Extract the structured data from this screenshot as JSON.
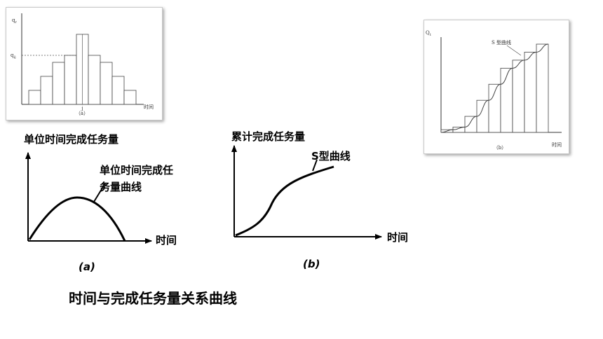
{
  "panel_a": {
    "y_label": "q",
    "y_label_sub": "r",
    "y_marker": "q",
    "y_marker_sub": "ij",
    "x_tick": "j",
    "x_label": "时间",
    "sub_caption": "（a）",
    "bar_values": [
      2,
      4,
      6,
      7,
      10,
      7,
      6,
      4,
      2
    ],
    "marked_bar_index": 4,
    "dashed_value": 7
  },
  "panel_b": {
    "y_label": "Q",
    "y_label_sub": "t",
    "curve_label": "S 型曲线",
    "x_label": "时间",
    "sub_caption": "（b）",
    "cumulative_values": [
      1,
      2,
      6,
      12,
      18,
      24,
      27,
      30,
      33
    ]
  },
  "diagram_a": {
    "y_label": "单位时间完成任务量",
    "curve_label_line1": "单位时间完成任",
    "curve_label_line2": "务量曲线",
    "x_label": "时间",
    "sub_caption": "(a)"
  },
  "diagram_b": {
    "y_label": "累计完成任务量",
    "curve_label": "S型曲线",
    "x_label": "时间",
    "sub_caption": "(b)"
  },
  "caption": "时间与完成任务量关系曲线"
}
